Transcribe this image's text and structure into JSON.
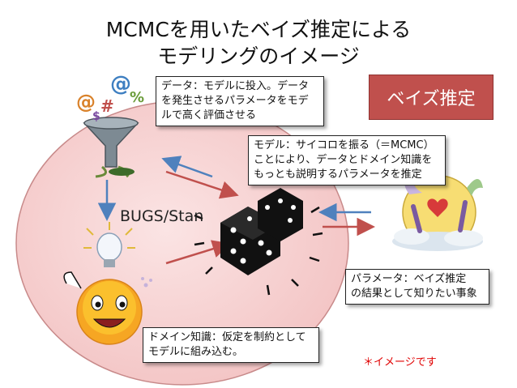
{
  "title": {
    "line1": "MCMCを用いたベイズ推定による",
    "line2": "モデリングのイメージ"
  },
  "notes": {
    "data": [
      "データ：モデルに投入。データ",
      "を発生させるパラメータをモデ",
      "ルで高く評価させる"
    ],
    "model": [
      "モデル：サイコロを振る（＝MCMC）",
      "ことにより、データとドメイン知識を",
      "もっとも説明するパラメータを推定"
    ],
    "parameter": [
      "パラメータ：ベイズ推定",
      "の結果として知りたい事象"
    ],
    "domain": [
      "ドメイン知識：仮定を制約として",
      "モデルに組み込む。"
    ]
  },
  "bayes_label": "ベイズ推定",
  "bugs_label": "BUGS/Stan",
  "image_note": "＊イメージです",
  "funnel_symbols": [
    "@",
    "@",
    "#",
    "%",
    "$"
  ],
  "colors": {
    "circle_fill": "#f7d3d3",
    "bayes_box": "#c0504d",
    "arrow_red": "#c0504d",
    "arrow_blue": "#4f81bd",
    "accent_text": "#e00000"
  }
}
